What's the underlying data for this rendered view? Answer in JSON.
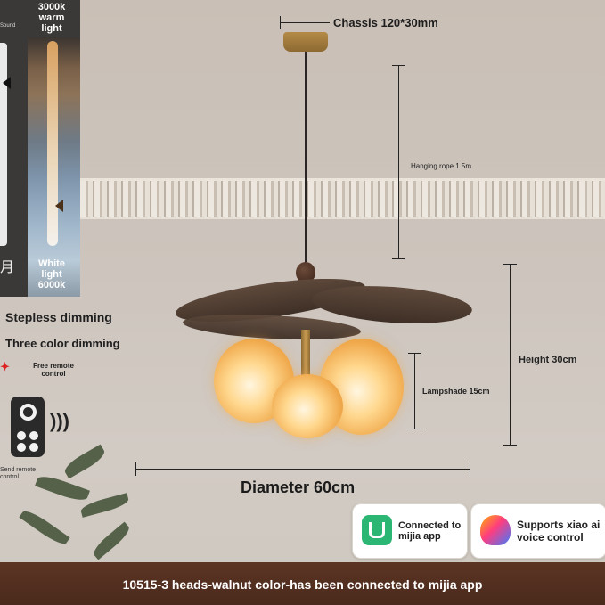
{
  "left_panel": {
    "top_label": "3000k warm light",
    "bottom_label": "White light 6000k",
    "sound_label": "Sound",
    "month_glyph": "月"
  },
  "features": {
    "stepless": "Stepless dimming",
    "three_color": "Three color dimming",
    "free_remote": "Free remote control",
    "send_remote": "Send remote control"
  },
  "dimensions": {
    "chassis": "Chassis 120*30mm",
    "rope": "Hanging rope 1.5m",
    "height": "Height 30cm",
    "lampshade": "Lampshade 15cm",
    "diameter": "Diameter 60cm"
  },
  "badges": {
    "mijia": "Connected to mijia app",
    "xiaoai": "Supports xiao ai voice control"
  },
  "footer": {
    "caption": "10515-3 heads-walnut color-has been connected to mijia app"
  },
  "colors": {
    "footer_bg": "#4a2a1c",
    "mijia_green": "#2bb673",
    "accent_brass": "#b48a46"
  }
}
